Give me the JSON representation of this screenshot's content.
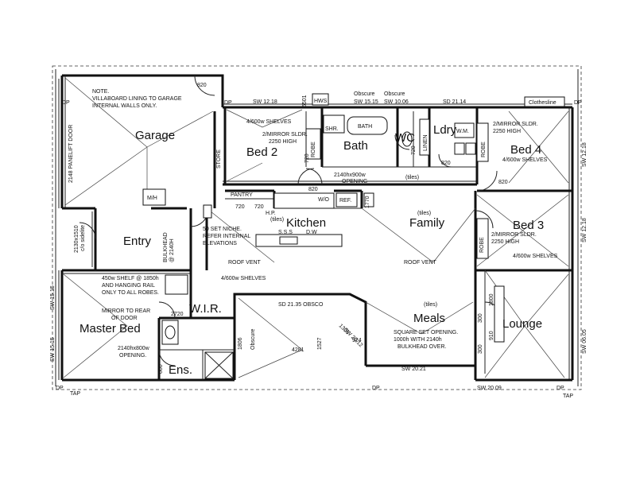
{
  "rooms": {
    "garage": "Garage",
    "bed2": "Bed 2",
    "bath": "Bath",
    "wc": "WC",
    "ldry": "Ldry",
    "bed4": "Bed 4",
    "kitchen": "Kitchen",
    "family": "Family",
    "bed3": "Bed 3",
    "entry": "Entry",
    "wir": "W.I.R.",
    "master_bed": "Master Bed",
    "ens": "Ens.",
    "meals": "Meals",
    "lounge": "Lounge"
  },
  "notes": {
    "garage_note_1": "NOTE.",
    "garage_note_2": "VILLABOARD LINING TO GARAGE",
    "garage_note_3": "INTERNAL WALLS ONLY.",
    "panelift_door": "2148 PANELIFT DOOR",
    "mh_garage": "M/H",
    "store": "STORE",
    "bed2_shelves": "4/600w SHELVES",
    "bed2_mirror_1": "2/MIRROR SLDR.",
    "bed2_mirror_2": "2250 HIGH",
    "robe": "ROBE",
    "shr": "SHR.",
    "bath_fixture": "BATH",
    "linen": "LINEN",
    "wm": "W.M.",
    "bed4_mirror_1": "2/MIRROR SLDR.",
    "bed4_mirror_2": "2250 HIGH",
    "bed4_shelves": "4/600w SHELVES",
    "opening_1": "2140hx900w",
    "opening_2": "OPENING",
    "tiles": "(tiles)",
    "pantry": "PANTRY",
    "wo": "W/O",
    "ref": "REF.",
    "hp": "H.P.",
    "sss": "S.S.S",
    "dw": "D.W",
    "niche_1": "50 SET NICHE.",
    "niche_2": "REFER INTERNAL",
    "niche_3": "ELEVATIONS",
    "roof_vent_1": "ROOF VENT",
    "roof_vent_2": "ROOF VENT",
    "bulkhead_1": "BULKHEAD",
    "bulkhead_2": "@ 2140H",
    "entry_door": "2130x1510",
    "entry_door_2": "c/o sidelite",
    "bed3_mirror_1": "2/MIRROR SLDR.",
    "bed3_mirror_2": "2250 HIGH",
    "bed3_shelves": "4/600w SHELVES",
    "shelf_note_1": "450w SHELF @ 1850h",
    "shelf_note_2": "AND HANGING RAIL",
    "shelf_note_3": "ONLY TO ALL ROBES.",
    "wir_shelves": "4/600w SHELVES",
    "mirror_note_1": "MIRROR TO REAR",
    "mirror_note_2": "OF DOOR",
    "master_opening_1": "2140hx800w",
    "master_opening_2": "OPENING.",
    "obscure_1": "Obscure",
    "obscure_2": "Obscure",
    "obscure_3": "Obscure",
    "square_set_1": "SQUARE SET OPENING.",
    "square_set_2": "1000h WITH 2140h",
    "square_set_3": "BULKHEAD OVER.",
    "clothesline": "Clothesline",
    "hws": "HWS"
  },
  "dims": {
    "sw_1218_top": "SW 12.18",
    "sw_1515_top": "SW 15.15",
    "sw_1006": "SW 10.06",
    "sd_2114": "SD 21.14",
    "sw_1218_right1": "SW 12.18",
    "sw_1218_right2": "SW 12.18",
    "sw_0605": "SW 06.05",
    "sw_1515_left": "SW 15.15",
    "sw_1515_left2": "SW 15.15",
    "sd_2135": "SD 21.35 OBSCO",
    "sw_2012": "SW 20.12",
    "sw_2021": "SW 20.21",
    "sw_2009": "SW 20.09",
    "d820_1": "820",
    "d820_2": "820",
    "d820_3": "820",
    "d820_4": "820",
    "d720_1": "720",
    "d720_2": "720",
    "d720_3": "720",
    "d720_4": "720",
    "d720_5": "2720",
    "d1770": "1770",
    "d4281": "4281",
    "d1527": "1527",
    "d1305": "1305",
    "d924": "924",
    "d1806": "1806",
    "d1800": "1800",
    "d300a": "300",
    "d300b": "300",
    "d910": "910",
    "d600": "600",
    "d6501": "6501",
    "d2140": "2140",
    "dp1": "DP",
    "dp2": "DP",
    "dp3": "DP",
    "dp4": "DP",
    "dp5": "DP",
    "dp6": "DP",
    "tap1": "TAP",
    "tap2": "TAP"
  }
}
